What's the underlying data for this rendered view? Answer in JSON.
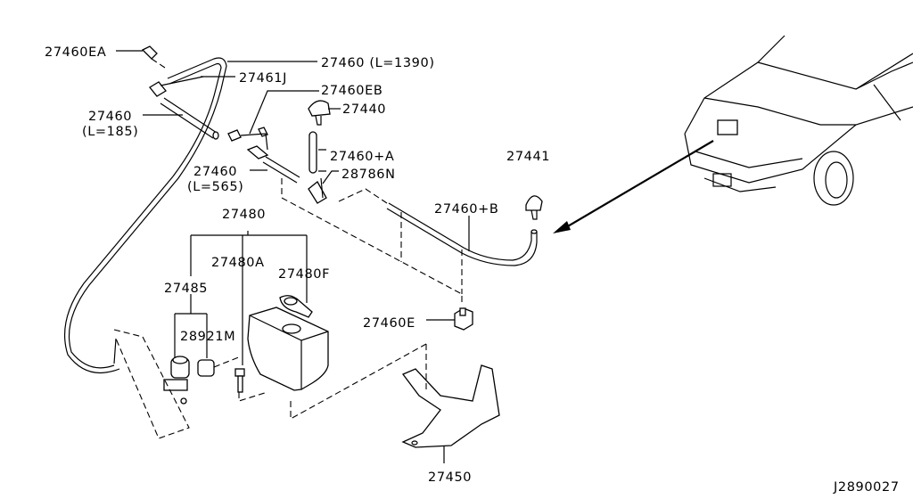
{
  "diagram": {
    "title_code": "J2890027",
    "parts": [
      {
        "id": "27460EA",
        "label": "27460EA"
      },
      {
        "id": "27460-L1390",
        "label": "27460 (L=1390)"
      },
      {
        "id": "27461J",
        "label": "27461J"
      },
      {
        "id": "27460-L185",
        "label": "27460",
        "sub": "(L=185)"
      },
      {
        "id": "27460EB",
        "label": "27460EB"
      },
      {
        "id": "27440",
        "label": "27440"
      },
      {
        "id": "27460+A",
        "label": "27460+A"
      },
      {
        "id": "28786N",
        "label": "28786N"
      },
      {
        "id": "27460-L565",
        "label": "27460",
        "sub": "(L=565)"
      },
      {
        "id": "27441",
        "label": "27441"
      },
      {
        "id": "27480",
        "label": "27480"
      },
      {
        "id": "27460+B",
        "label": "27460+B"
      },
      {
        "id": "27480A",
        "label": "27480A"
      },
      {
        "id": "27480F",
        "label": "27480F"
      },
      {
        "id": "27485",
        "label": "27485"
      },
      {
        "id": "28921M",
        "label": "28921M"
      },
      {
        "id": "27460E",
        "label": "27460E"
      },
      {
        "id": "27450",
        "label": "27450"
      }
    ]
  }
}
